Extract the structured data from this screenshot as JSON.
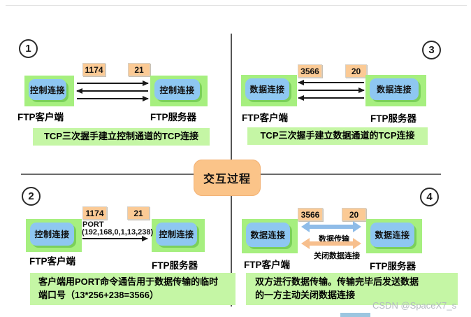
{
  "page": {
    "center_label": "交互过程",
    "watermark": "CSDN @SpaceX7_s"
  },
  "colors": {
    "quadrant_green": "#a6ef7f",
    "connection_blue": "#8ec7f1",
    "port_peach": "#fbca95",
    "caption_green": "#c5f6a5",
    "center_orange": "#fbc489",
    "data_arrow_blue": "#8fbce8",
    "close_arrow_orange": "#f7bf8d"
  },
  "q1": {
    "number": "1",
    "port_left": "1174",
    "port_right": "21",
    "box_left": "控制连接",
    "box_right": "控制连接",
    "label_left": "FTP客户端",
    "label_right": "FTP服务器",
    "caption": "TCP三次握手建立控制通道的TCP连接"
  },
  "q2": {
    "number": "2",
    "port_left": "1174",
    "port_right": "21",
    "box_left": "控制连接",
    "box_right": "控制连接",
    "label_left": "FTP客户端",
    "label_right": "FTP服务器",
    "port_cmd_line1": "PORT",
    "port_cmd_line2": "(192,168,0,1,13,238)",
    "caption": "客户端用PORT命令通告用于数据传输的临时端口号（13*256+238=3566）"
  },
  "q3": {
    "number": "3",
    "port_left": "3566",
    "port_right": "20",
    "box_left": "数据连接",
    "box_right": "数据连接",
    "label_left": "FTP客户端",
    "label_right": "FTP服务器",
    "caption": "TCP三次握手建立数据通道的TCP连接"
  },
  "q4": {
    "number": "4",
    "port_left": "3566",
    "port_right": "20",
    "box_left": "数据连接",
    "box_right": "数据连接",
    "label_left": "FTP客户端",
    "label_right": "FTP服务器",
    "arrow1_label": "数据传输",
    "arrow2_label": "关闭数据连接",
    "caption": "双方进行数据传输。传输完毕后发送数据的一方主动关闭数据连接"
  }
}
